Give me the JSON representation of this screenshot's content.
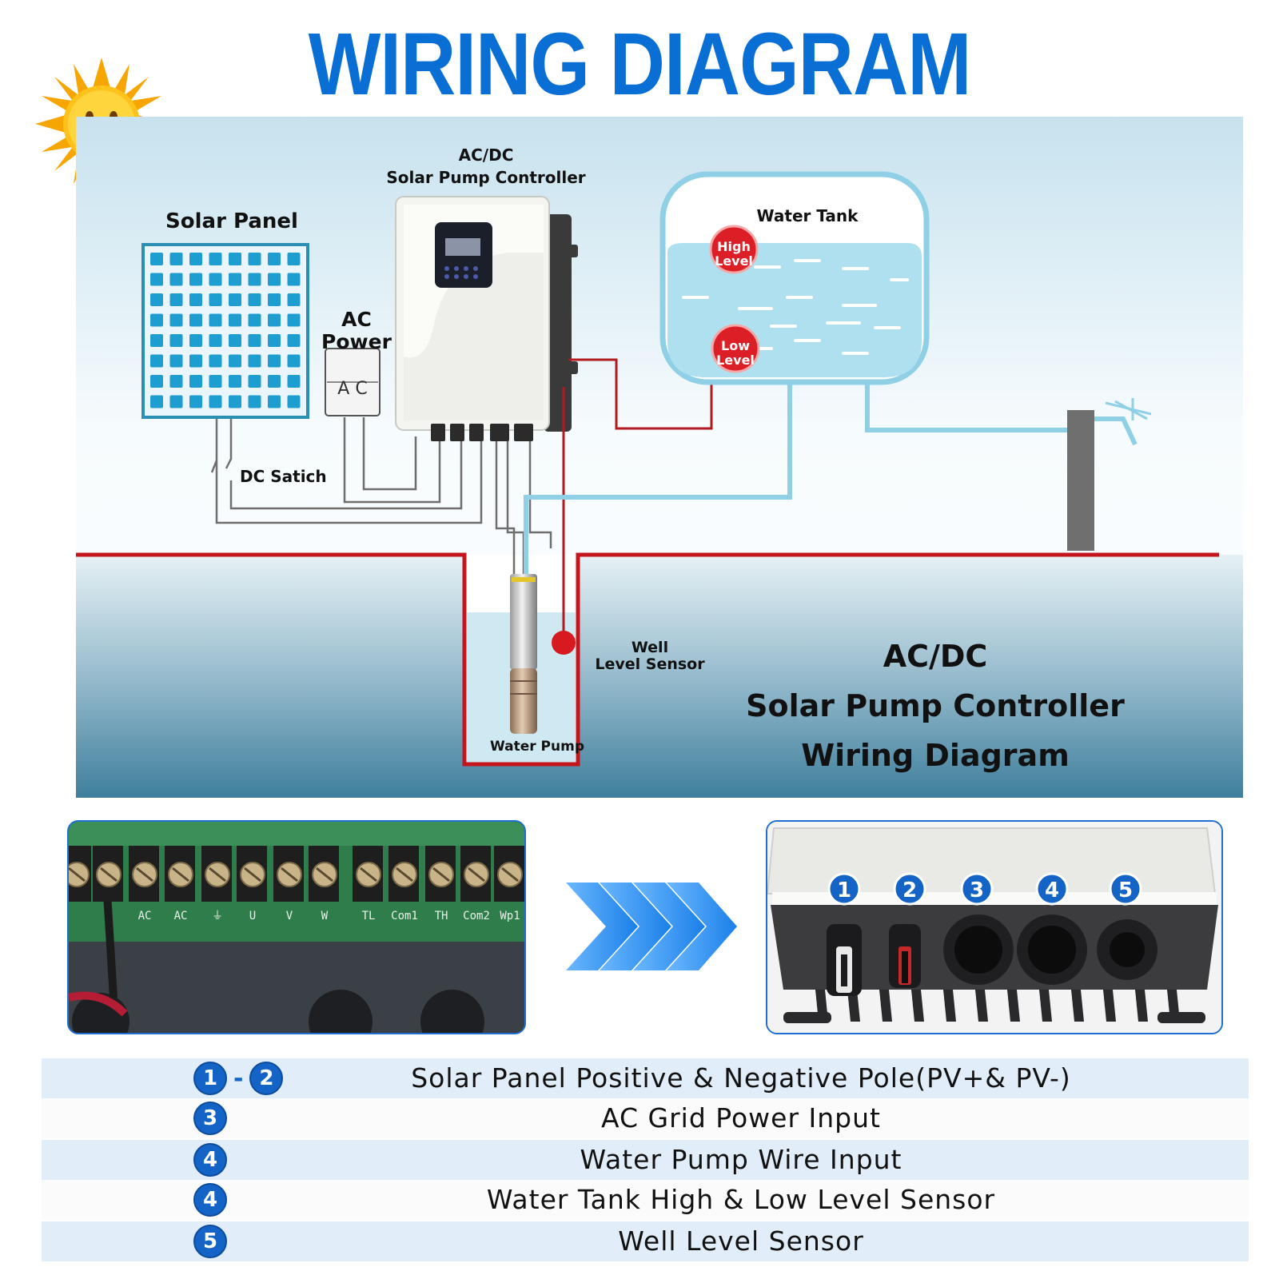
{
  "title": "WIRING DIAGRAM",
  "diagram": {
    "controller_label_line1": "AC/DC",
    "controller_label_line2": "Solar Pump Controller",
    "solar_panel_label": "Solar Panel",
    "ac_power_line1": "AC",
    "ac_power_line2": "Power",
    "ac_box_text": "A C",
    "dc_switch_label": "DC Satich",
    "water_tank_label": "Water Tank",
    "high_level_line1": "High",
    "high_level_line2": "Level",
    "low_level_line1": "Low",
    "low_level_line2": "Level",
    "well_sensor_line1": "Well",
    "well_sensor_line2": "Level Sensor",
    "water_pump_label": "Water Pump",
    "caption_line1": "AC/DC",
    "caption_line2": "Solar Pump Controller",
    "caption_line3": "Wiring Diagram"
  },
  "terminal_labels": [
    "AC",
    "AC",
    "⏚",
    "U",
    "V",
    "W",
    "TL",
    "Com1",
    "TH",
    "Com2",
    "Wp1"
  ],
  "port_numbers": [
    "1",
    "2",
    "3",
    "4",
    "5"
  ],
  "legend": [
    {
      "badges": [
        "1",
        "2"
      ],
      "separator": "-",
      "text": "Solar Panel Positive & Negative Pole(PV+& PV-)"
    },
    {
      "badges": [
        "3"
      ],
      "text": "AC Grid Power Input"
    },
    {
      "badges": [
        "4"
      ],
      "text": "Water Pump Wire Input"
    },
    {
      "badges": [
        "4"
      ],
      "text": "Water Tank High & Low Level Sensor"
    },
    {
      "badges": [
        "5"
      ],
      "text": "Well Level Sensor"
    }
  ],
  "colors": {
    "title_blue": "#0a6fd4",
    "badge_blue": "#1464c8",
    "wire_red": "#c4141c",
    "pipe_blue": "#8fd0e6",
    "row_stripe": "#e1edf9"
  }
}
